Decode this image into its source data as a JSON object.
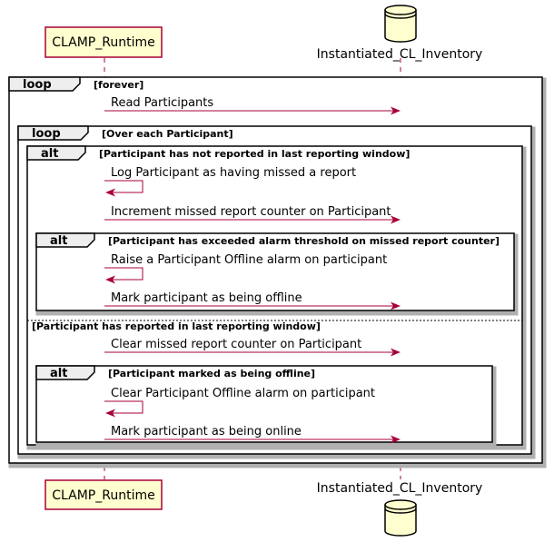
{
  "participants": {
    "runtime": {
      "label": "CLAMP_Runtime",
      "kind": "box"
    },
    "inventory": {
      "label": "Instantiated_CL_Inventory",
      "kind": "database"
    }
  },
  "colors": {
    "arrow": "#a80036",
    "participant_fill": "#fefece",
    "participant_stroke": "#a80036",
    "frame_tab_fill": "#eeeeee"
  },
  "frames": {
    "outer_loop": {
      "label": "loop",
      "guard": "[forever]"
    },
    "inner_loop": {
      "label": "loop",
      "guard": "[Over each Participant]"
    },
    "alt_reported": {
      "label": "alt",
      "guard": "[Participant has not reported in last reporting window]",
      "else_guard": "[Participant has reported in last reporting window]"
    },
    "alt_threshold": {
      "label": "alt",
      "guard": "[Participant has exceeded alarm threshold on missed report counter]"
    },
    "alt_offline": {
      "label": "alt",
      "guard": "[Participant marked as being offline]"
    }
  },
  "messages": {
    "read_participants": "Read Participants",
    "log_missed": "Log Participant as having missed a report",
    "increment_counter": "Increment missed report counter on Participant",
    "raise_alarm": "Raise a Participant Offline alarm on participant",
    "mark_offline": "Mark participant as being offline",
    "clear_counter": "Clear missed report counter on Participant",
    "clear_alarm": "Clear Participant Offline alarm on participant",
    "mark_online": "Mark participant as being online"
  }
}
